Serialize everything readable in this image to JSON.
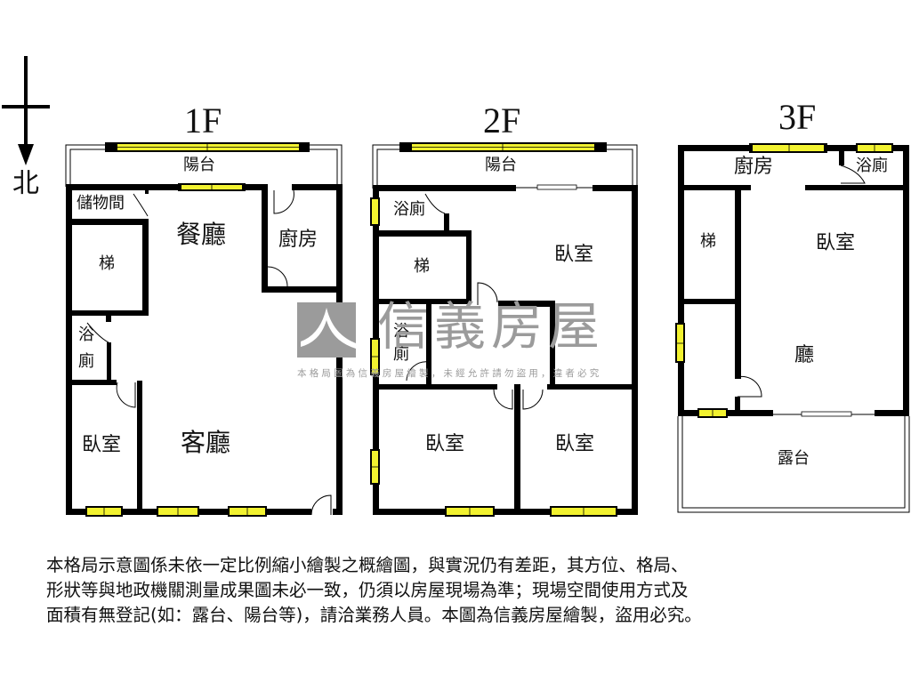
{
  "compass": {
    "direction_label": "北",
    "icon": "north-arrow-icon"
  },
  "floors": [
    {
      "title": "1F",
      "rooms": {
        "balcony": "陽台",
        "storage": "儲物間",
        "dining": "餐廳",
        "kitchen": "廚房",
        "stairs": "梯",
        "bath_top": "浴",
        "bath_bottom": "廁",
        "bedroom": "臥室",
        "living": "客廳"
      }
    },
    {
      "title": "2F",
      "rooms": {
        "balcony": "陽台",
        "bathroom_top": "浴廁",
        "stairs": "梯",
        "bedroom_main": "臥室",
        "bath_mid_top": "浴",
        "bath_mid_bottom": "廁",
        "bedroom_left": "臥室",
        "bedroom_right": "臥室"
      }
    },
    {
      "title": "3F",
      "rooms": {
        "kitchen": "廚房",
        "bathroom": "浴廁",
        "stairs": "梯",
        "bedroom": "臥室",
        "hall": "廳",
        "terrace": "露台"
      }
    }
  ],
  "watermark": {
    "brand": "信義房屋",
    "notice": "本格局圖為信義房屋繪製，未經允許請勿盜用，違者必究",
    "logo_color": "#9b9b9b"
  },
  "disclaimer": {
    "lines": [
      "本格局示意圖係未依一定比例縮小繪製之概繪圖，與實況仍有差距，其方位、格局、",
      "形狀等與地政機關測量成果圖未必一致，仍須以房屋現場為準；現場空間使用方式及",
      "面積有無登記(如：露台、陽台等)，請洽業務人員。本圖為信義房屋繪製，盜用必究。"
    ]
  },
  "colors": {
    "wall": "#000000",
    "window_fill": "#f2f230",
    "watermark": "#9b9b9b",
    "background": "#ffffff"
  }
}
